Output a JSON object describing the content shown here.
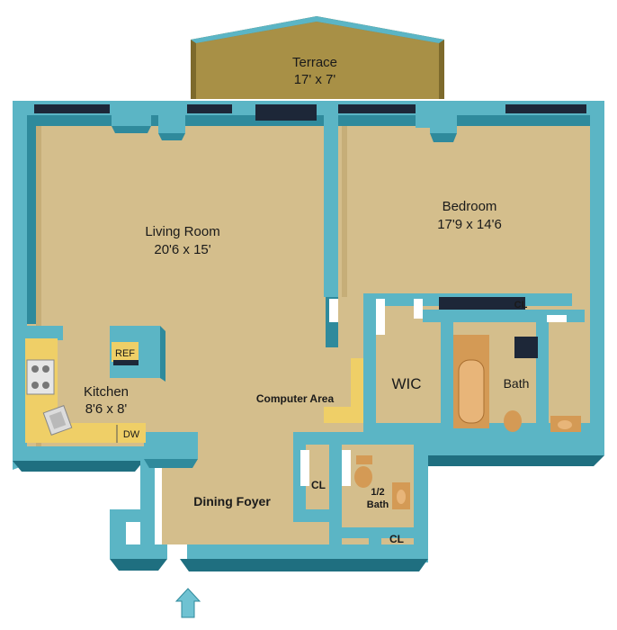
{
  "plan": {
    "colors": {
      "wall_top": "#5bb5c5",
      "wall_side": "#2f8a9c",
      "wall_dark": "#1f6f80",
      "floor": "#d4be8c",
      "floor_shadow": "#b8a26e",
      "terrace": "#a89046",
      "terrace_edge": "#7d6a2c",
      "kitchen_counter": "#efcf67",
      "window": "#1d2738",
      "tub": "#d49a55",
      "entry_arrow": "#6fc2d2"
    },
    "rooms": {
      "terrace": {
        "name": "Terrace",
        "size": "17' x 7'"
      },
      "living": {
        "name": "Living Room",
        "size": "20'6 x 15'"
      },
      "bedroom": {
        "name": "Bedroom",
        "size": "17'9 x 14'6"
      },
      "kitchen": {
        "name": "Kitchen",
        "size": "8'6 x 8'"
      },
      "wic": {
        "name": "WIC"
      },
      "bath": {
        "name": "Bath"
      },
      "computer": {
        "name": "Computer Area"
      },
      "dining": {
        "name": "Dining Foyer"
      },
      "half_bath": {
        "name": "1/2",
        "name2": "Bath"
      }
    },
    "fixtures": {
      "ref": "REF",
      "dw": "DW",
      "cl_bedroom": "CL",
      "cl_foyer": "CL",
      "cl_entry": "CL"
    },
    "icons": [
      "entry-arrow-icon",
      "stove-icon",
      "sink-icon",
      "toilet-icon",
      "bathtub-icon"
    ]
  }
}
